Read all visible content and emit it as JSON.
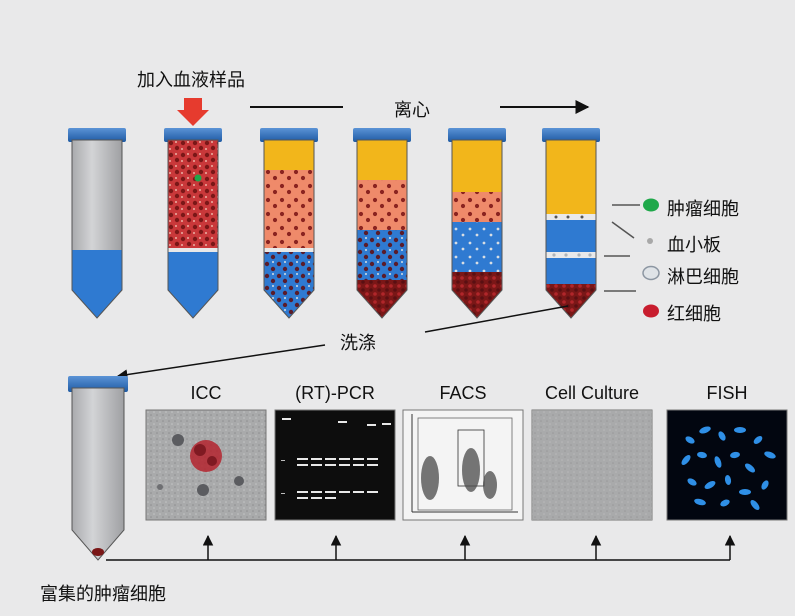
{
  "labels": {
    "add_blood": "加入血液样品",
    "centrifuge": "离心",
    "wash": "洗涤",
    "enriched": "富集的肿瘤细胞"
  },
  "legend": {
    "items": [
      {
        "label": "肿瘤细胞",
        "color": "#1fa84a",
        "icon": "green-cell"
      },
      {
        "label": "血小板",
        "color": "#a8a8a8",
        "icon": "gray-dot"
      },
      {
        "label": "淋巴细胞",
        "color": "#c8ccd0",
        "icon": "light-cell"
      },
      {
        "label": "红细胞",
        "color": "#c81d2e",
        "icon": "red-cell"
      }
    ]
  },
  "methods": [
    {
      "label": "ICC"
    },
    {
      "label": "(RT)-PCR"
    },
    {
      "label": "FACS"
    },
    {
      "label": "Cell Culture"
    },
    {
      "label": "FISH"
    }
  ],
  "colors": {
    "cap_blue": "#2e6fb8",
    "tube_gray": "#bfc0c2",
    "blood_red": "#c9383a",
    "plasma_yellow": "#f2b61b",
    "salmon": "#ef8a6a",
    "ficoll_blue": "#2f7ad1",
    "arrow_red": "#e63b2e"
  }
}
